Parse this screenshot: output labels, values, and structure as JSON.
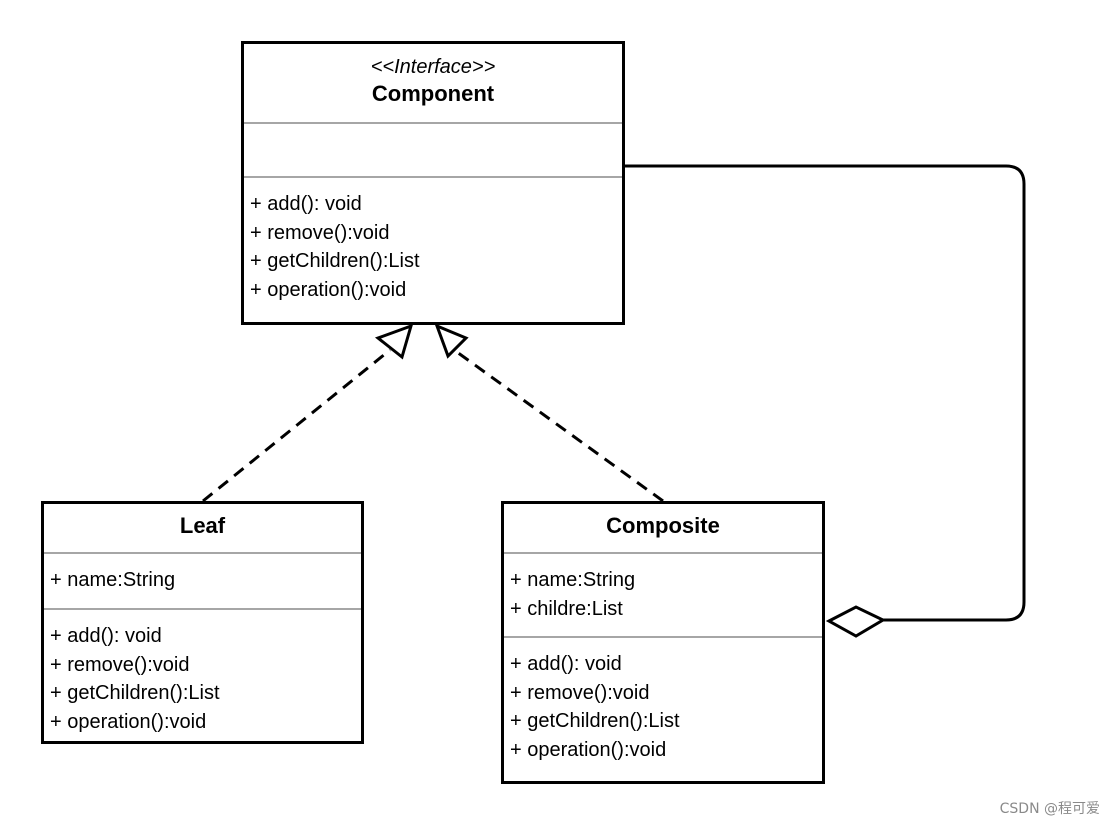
{
  "component": {
    "stereotype": "<<Interface>>",
    "name": "Component",
    "attributes": [],
    "operations": [
      "+ add(): void",
      "+ remove():void",
      "+ getChildren():List",
      "+ operation():void"
    ]
  },
  "leaf": {
    "name": "Leaf",
    "attributes": [
      "+ name:String"
    ],
    "operations": [
      "+ add(): void",
      "+ remove():void",
      "+ getChildren():List",
      "+ operation():void"
    ]
  },
  "composite": {
    "name": "Composite",
    "attributes": [
      "+ name:String",
      "+ childre:List"
    ],
    "operations": [
      "+ add(): void",
      "+ remove():void",
      "+ getChildren():List",
      "+ operation():void"
    ]
  },
  "relations": [
    {
      "type": "realization",
      "from": "Leaf",
      "to": "Component"
    },
    {
      "type": "realization",
      "from": "Composite",
      "to": "Component"
    },
    {
      "type": "aggregation",
      "whole": "Composite",
      "part": "Component"
    }
  ],
  "watermark": "CSDN @程可爱"
}
